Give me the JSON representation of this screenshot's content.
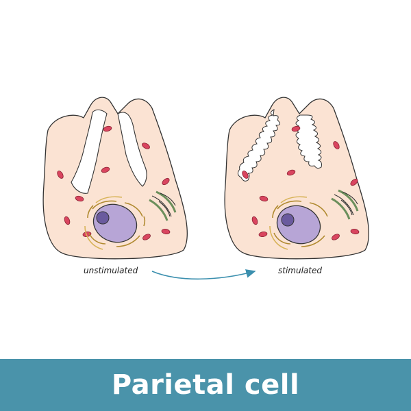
{
  "labels": {
    "left": "unstimulated",
    "right": "stimulated",
    "title": "Parietal cell"
  },
  "colors": {
    "cytoplasm": "#fbe3d3",
    "outline": "#333333",
    "nucleus": "#b7a5d6",
    "nucleolus": "#6a5a9e",
    "mitochondria": "#d9455f",
    "golgi": "#6b8f5c",
    "er": "#d8b45a",
    "arrow": "#3b8fae",
    "banner": "#4a93aa"
  }
}
